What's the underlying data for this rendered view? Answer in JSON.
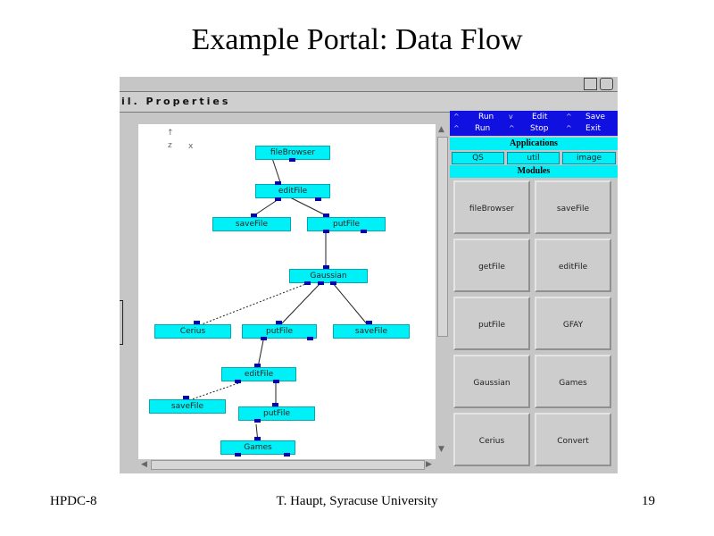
{
  "slide": {
    "title": "Example Portal: Data Flow",
    "footer_left": "HPDC-8",
    "footer_center": "T. Haupt, Syracuse University",
    "footer_right": "19"
  },
  "window": {
    "title": "il. Properties"
  },
  "canvas": {
    "axis_z": "z",
    "axis_x": "x"
  },
  "nodes": {
    "filebrowser": "fileBrowser",
    "editfile1": "editFile",
    "savefile1": "saveFile",
    "putfile1": "putFile",
    "gaussian": "Gaussian",
    "cerius": "Cerius",
    "putfile2": "putFile",
    "savefile2": "saveFile",
    "editfile2": "editFile",
    "savefile3": "saveFile",
    "putfile3": "putFile",
    "games": "Games"
  },
  "menu": {
    "row1": [
      "Run",
      "Edit",
      "Save"
    ],
    "row2": [
      "Run",
      "Stop",
      "Exit"
    ]
  },
  "applications": {
    "header": "Applications",
    "buttons": [
      "QS",
      "util",
      "image"
    ]
  },
  "modules": {
    "header": "Modules",
    "items": [
      "fileBrowser",
      "saveFile",
      "getFile",
      "editFile",
      "putFile",
      "GFAY",
      "Gaussian",
      "Games",
      "Cerius",
      "Convert"
    ]
  },
  "colors": {
    "node_fill": "#00f0f8",
    "port": "#0000b8",
    "menu_bg": "#1010e0"
  }
}
